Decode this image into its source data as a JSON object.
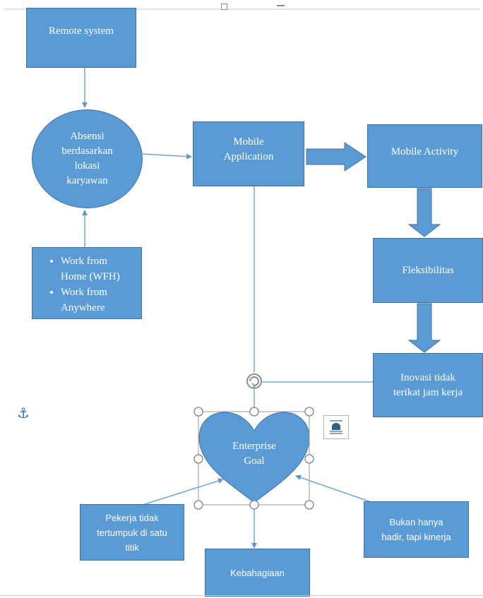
{
  "nodes": {
    "remote_system": "Remote system",
    "absensi": "Absensi\nberdasarkan\nlokasi\nkaryawan",
    "work_items": [
      "Work from\nHome (WFH)",
      "Work from\nAnywhere"
    ],
    "mobile_application": "Mobile\nApplication",
    "mobile_activity": "Mobile Activity",
    "fleksibilitas": "Fleksibilitas",
    "inovasi": "Inovasi tidak\nterikat jam kerja",
    "enterprise_goal": "Enterprise\nGoal",
    "pekerja": "Pekerja tidak\ntertumpuk di satu\ntitik",
    "bukan_hanya": "Bukan hanya\nhadir, tapi kinerja",
    "kebahagiaan": "Kebahagiaan"
  },
  "icons": {
    "anchor": "anchor-icon",
    "rotate_handle": "rotate-handle-icon",
    "layout_options": "layout-options-icon"
  },
  "colors": {
    "shape_fill": "#5b9bd5",
    "shape_border": "#41719c",
    "line": "#5b9bd5",
    "handle": "#808080"
  }
}
